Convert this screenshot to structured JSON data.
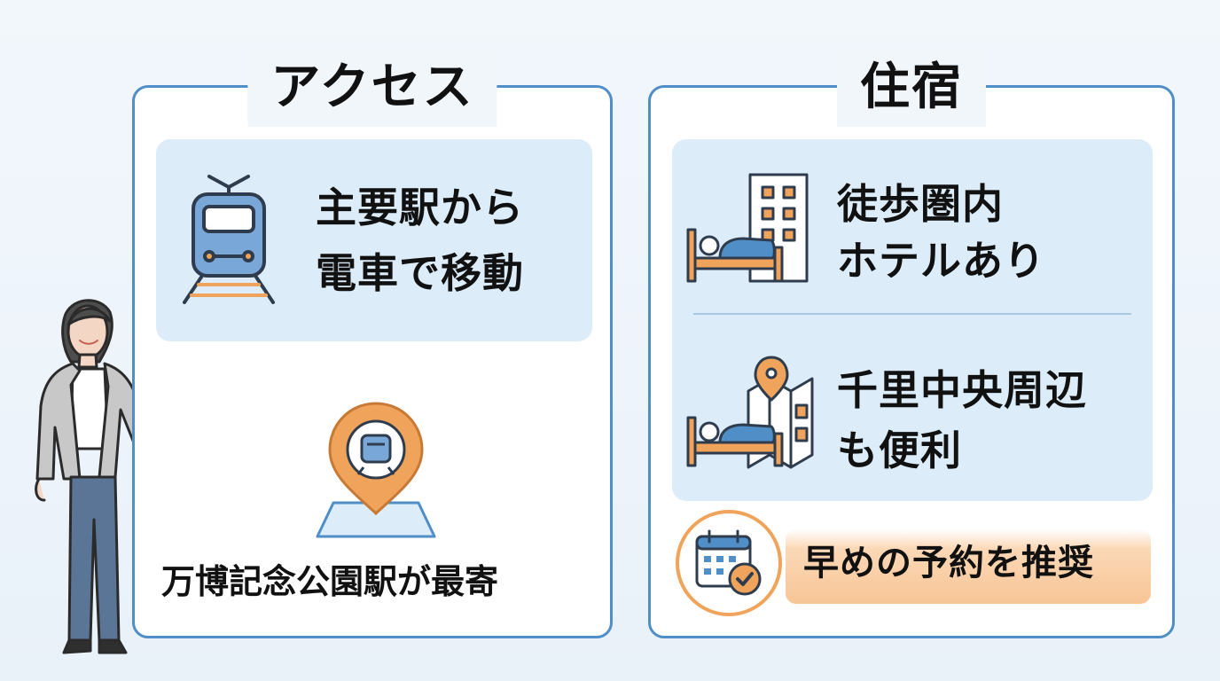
{
  "access": {
    "title": "アクセス",
    "train_line_1": "主要駅から",
    "train_line_2": "電車で移動",
    "station": "万博記念公園駅が最寄"
  },
  "stay": {
    "title": "住宿",
    "walk_line_1": "徒歩圏内",
    "walk_line_2": "ホテルあり",
    "area_line_1": "千里中央周辺",
    "area_line_2": "も便利",
    "booking": "早めの予約を推奨"
  },
  "colors": {
    "blue": "#4f8ec6",
    "light_blue": "#dcecf8",
    "orange": "#f0a35a"
  }
}
